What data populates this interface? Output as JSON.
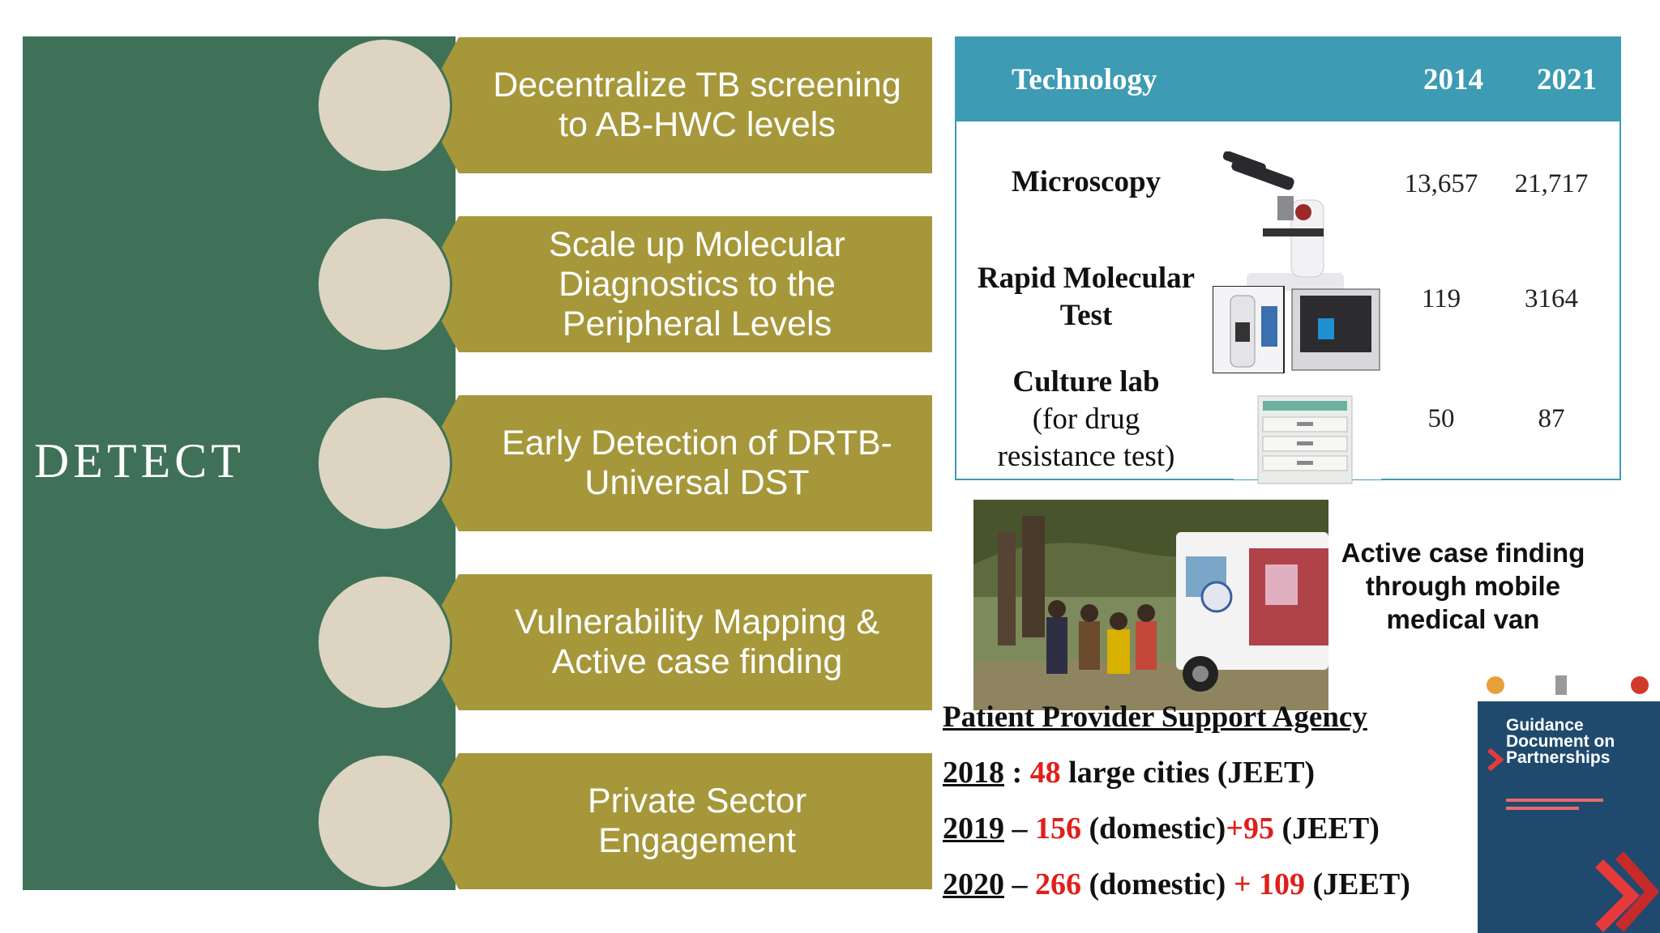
{
  "left": {
    "title": "DETECT",
    "strategies": [
      "Decentralize TB screening\nto AB-HWC levels",
      "Scale up Molecular\nDiagnostics  to  the\nPeripheral Levels",
      "Early Detection of DRTB-\nUniversal DST",
      "Vulnerability Mapping &\nActive case finding",
      "Private Sector\nEngagement"
    ]
  },
  "table": {
    "headers": {
      "technology": "Technology",
      "y2014": "2014",
      "y2021": "2021"
    },
    "rows": [
      {
        "name": "Microscopy",
        "v2014": "13,657",
        "v2021": "21,717"
      },
      {
        "name_line1": "Rapid Molecular",
        "name_line2": "Test",
        "v2014": "119",
        "v2021": "3164"
      },
      {
        "name_line1": "Culture lab",
        "name_line2": "(for drug",
        "name_line3": "resistance test)",
        "v2014": "50",
        "v2021": "87"
      }
    ]
  },
  "van": {
    "caption": "Active case finding\nthrough mobile\nmedical van"
  },
  "agency": {
    "heading": "Patient Provider Support Agency",
    "lines": [
      {
        "year": "2018",
        "sep": " : ",
        "n1": "48",
        "t1": " large cities (JEET)"
      },
      {
        "year": "2019",
        "sep": " – ",
        "n1": "156",
        "t1": " (domestic)",
        "n2": "+95",
        "t2": " (JEET)"
      },
      {
        "year": "2020",
        "sep": " – ",
        "n1": "266",
        "t1": " (domestic) ",
        "n2": "+ 109",
        "t2": " (JEET)"
      }
    ]
  },
  "document": {
    "title": "Guidance\nDocument on\nPartnerships"
  },
  "colors": {
    "green": "#3f7158",
    "olive": "#a6973a",
    "circle": "#ddd5c1",
    "teal": "#3d9bb3",
    "red": "#e0201b"
  }
}
